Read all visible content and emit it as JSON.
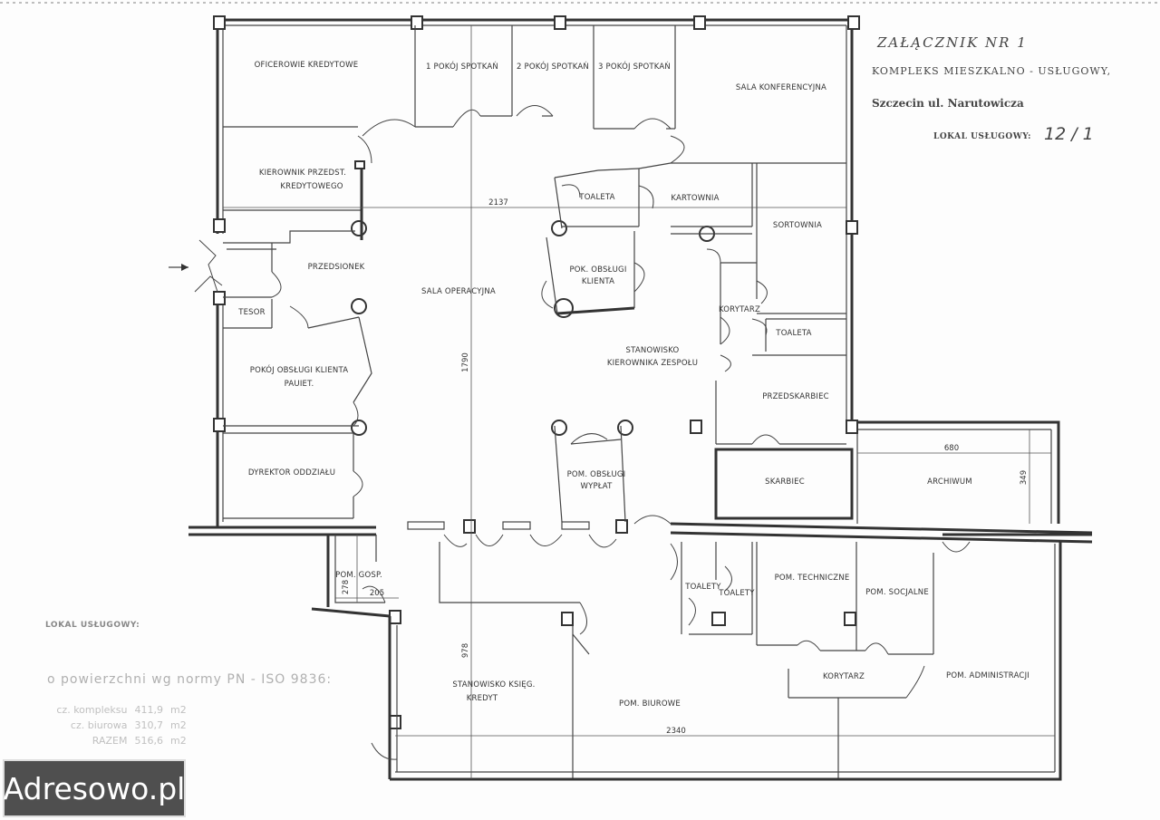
{
  "header": {
    "attachment": "ZAŁĄCZNIK NR 1",
    "complex": "KOMPLEKS MIESZKALNO - USŁUGOWY,",
    "city": "Szczecin ul. Narutowicza",
    "unit_label": "LOKAL USŁUGOWY:",
    "unit_number": "12 / 1"
  },
  "rooms": {
    "oficerowie": "OFICEROWIE KREDYTOWE",
    "pokoj1": "1 POKÓJ SPOTKAŃ",
    "pokoj2": "2 POKÓJ SPOTKAŃ",
    "pokoj3": "3 POKÓJ SPOTKAŃ",
    "sala_konf": "SALA KONFERENCYJNA",
    "kierownik_1": "KIEROWNIK PRZEDST.",
    "kierownik_2": "KREDYTOWEGO",
    "toaleta1": "TOALETA",
    "kartownia": "KARTOWNIA",
    "sortownia": "SORTOWNIA",
    "przedsionek": "PRZEDSIONEK",
    "sala_oper": "SALA OPERACYJNA",
    "pok_obslugi_1": "POK. OBSŁUGI",
    "pok_obslugi_2": "KLIENTA",
    "tesor": "TESOR",
    "korytarz1": "KORYTARZ",
    "toaleta2": "TOALETA",
    "stanowisko_1": "STANOWISKO",
    "stanowisko_2": "KIEROWNIKA ZESPOŁU",
    "vip_1": "POKÓJ OBSŁUGI KLIENTA",
    "vip_2": "PAUIET.",
    "przedskarbiec": "PRZEDSKARBIEC",
    "dyrektor": "DYREKTOR ODDZIAŁU",
    "wyplat_1": "POM. OBSŁUGI",
    "wyplat_2": "WYPŁAT",
    "skarbiec": "SKARBIEC",
    "archiwum": "ARCHIWUM",
    "gosp": "POM. GOSP.",
    "toalety1": "TOALETY",
    "toalety2": "TOALETY",
    "techniczne": "POM. TECHNICZNE",
    "socjalne": "POM. SOCJALNE",
    "ksieg_1": "STANOWISKO KSIĘG.",
    "ksieg_2": "KREDYT",
    "korytarz2": "KORYTARZ",
    "biurowe": "POM. BIUROWE",
    "administracji": "POM. ADMINISTRACJI"
  },
  "dimensions": {
    "d2137": "2137",
    "d1790": "1790",
    "d680": "680",
    "d349": "349",
    "d278": "278",
    "d205": "205",
    "d978": "978",
    "d2340": "2340"
  },
  "footer": {
    "lokal": "LOKAL USŁUGOWY:",
    "powierzchnia": "o powierzchni wg normy PN - ISO 9836:",
    "rows": [
      {
        "label": "cz. kompleksu",
        "value": "411,9",
        "unit": "m2"
      },
      {
        "label": "cz. biurowa",
        "value": "310,7",
        "unit": "m2"
      },
      {
        "label": "RAZEM",
        "value": "516,6",
        "unit": "m2"
      }
    ]
  },
  "watermark": "Adresowo.pl"
}
